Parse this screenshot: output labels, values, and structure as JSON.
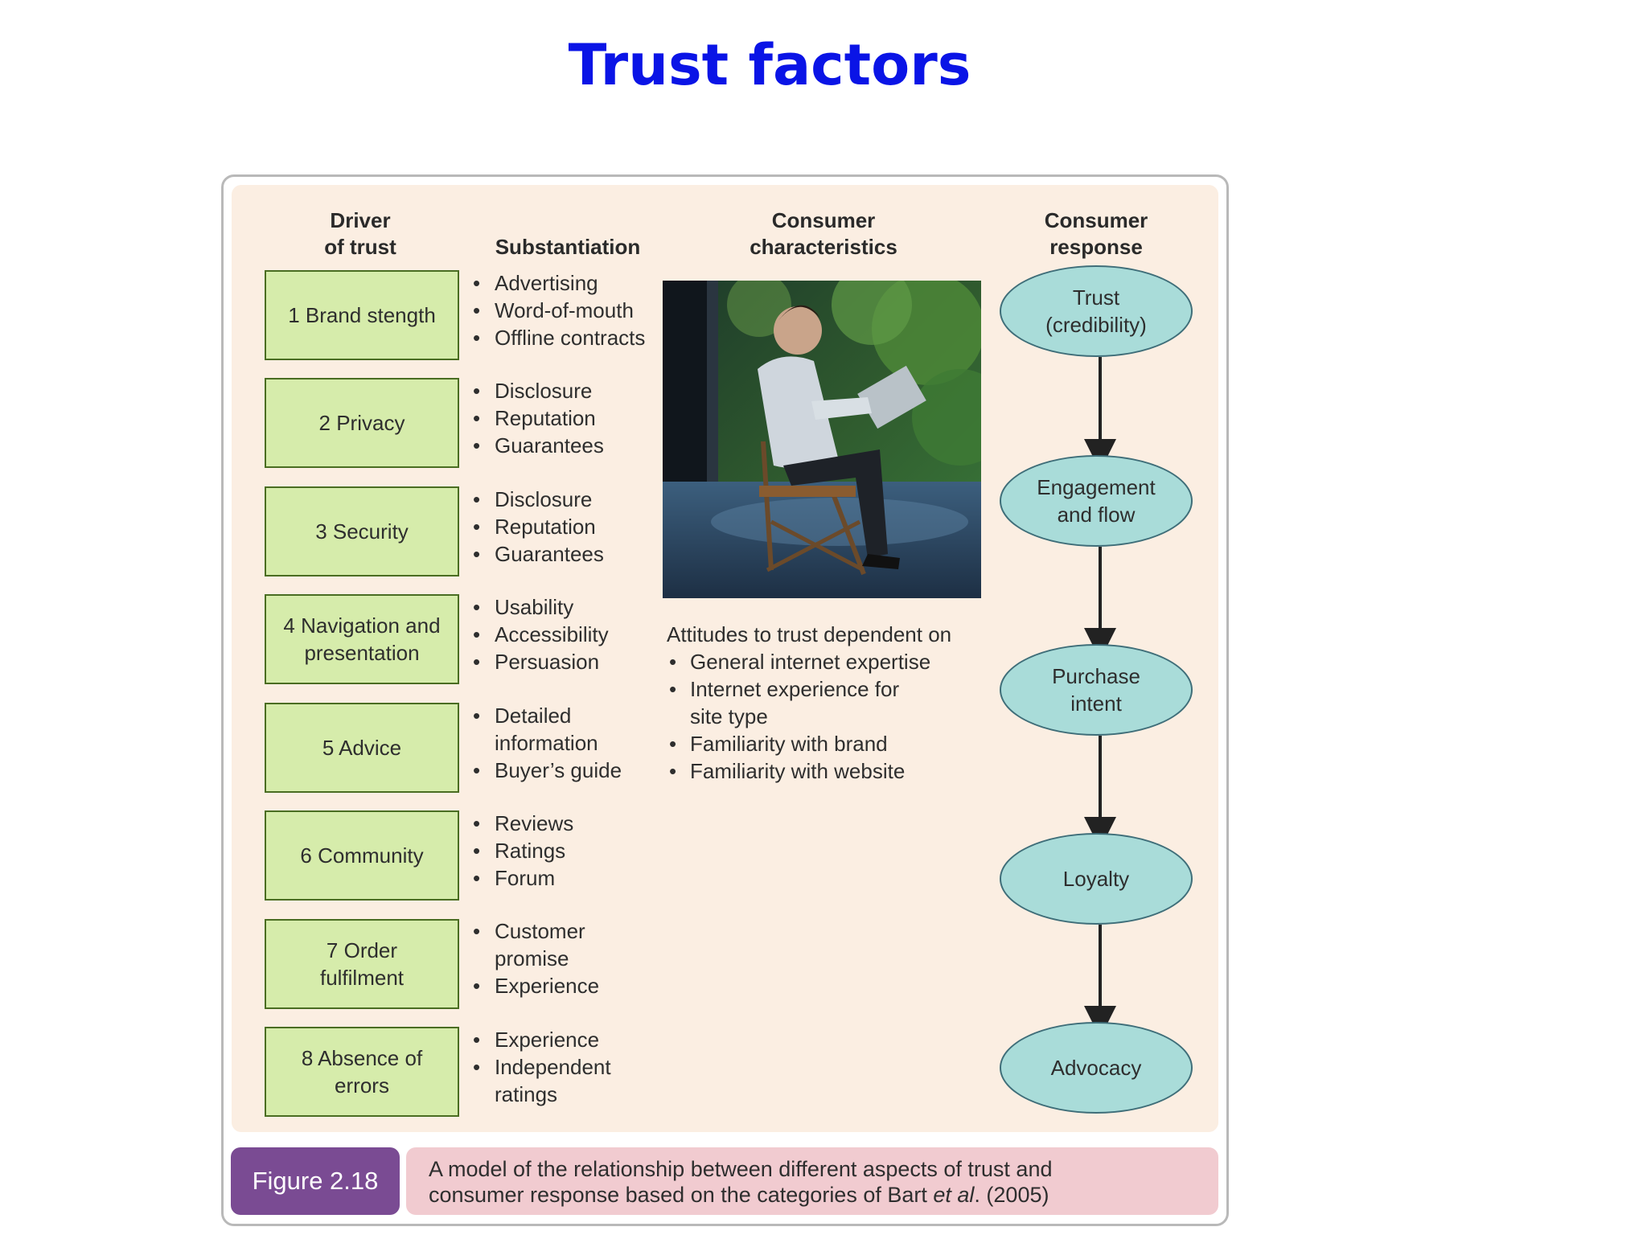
{
  "title": "Trust factors",
  "headers": {
    "driver": [
      "Driver",
      "of trust"
    ],
    "substantiation": "Substantiation",
    "characteristics": [
      "Consumer",
      "characteristics"
    ],
    "response": [
      "Consumer",
      "response"
    ]
  },
  "drivers": [
    {
      "label": [
        "1 Brand stength"
      ],
      "items": [
        "Advertising",
        "Word-of-mouth",
        "Offline contracts"
      ]
    },
    {
      "label": [
        "2 Privacy"
      ],
      "items": [
        "Disclosure",
        "Reputation",
        "Guarantees"
      ]
    },
    {
      "label": [
        "3 Security"
      ],
      "items": [
        "Disclosure",
        "Reputation",
        "Guarantees"
      ]
    },
    {
      "label": [
        "4 Navigation and",
        "presentation"
      ],
      "items": [
        "Usability",
        "Accessibility",
        "Persuasion"
      ]
    },
    {
      "label": [
        "5 Advice"
      ],
      "items": [
        "Detailed information",
        "Buyer’s guide"
      ]
    },
    {
      "label": [
        "6 Community"
      ],
      "items": [
        "Reviews",
        "Ratings",
        "Forum"
      ]
    },
    {
      "label": [
        "7 Order",
        "fulfilment"
      ],
      "items": [
        "Customer promise",
        "Experience"
      ]
    },
    {
      "label": [
        "8 Absence of",
        "errors"
      ],
      "items": [
        "Experience",
        "Independent ratings"
      ]
    }
  ],
  "characteristics": {
    "heading": "Attitudes to trust dependent on",
    "items": [
      "General internet expertise",
      "Internet experience for site type",
      "Familiarity with brand",
      "Familiarity with website"
    ]
  },
  "responses": [
    [
      "Trust",
      "(credibility)"
    ],
    [
      "Engagement",
      "and flow"
    ],
    [
      "Purchase",
      "intent"
    ],
    [
      "Loyalty"
    ],
    [
      "Advocacy"
    ]
  ],
  "figure": {
    "tag": "Figure 2.18",
    "caption_line1": "A model of the relationship between different aspects of trust and",
    "caption_line2_pre": "consumer response based on the categories of Bart ",
    "caption_line2_em": "et al",
    "caption_line2_post": ". (2005)"
  },
  "colors": {
    "title": "#0a14e6",
    "panel": "#fbeee2",
    "driver_box": "#d6ecab",
    "response_ellipse": "#a9dcd9",
    "figure_tag": "#7a4b93",
    "caption_bg": "#f1cbd0"
  },
  "image": "photo of a man sitting in a folding chair outdoors using a laptop"
}
